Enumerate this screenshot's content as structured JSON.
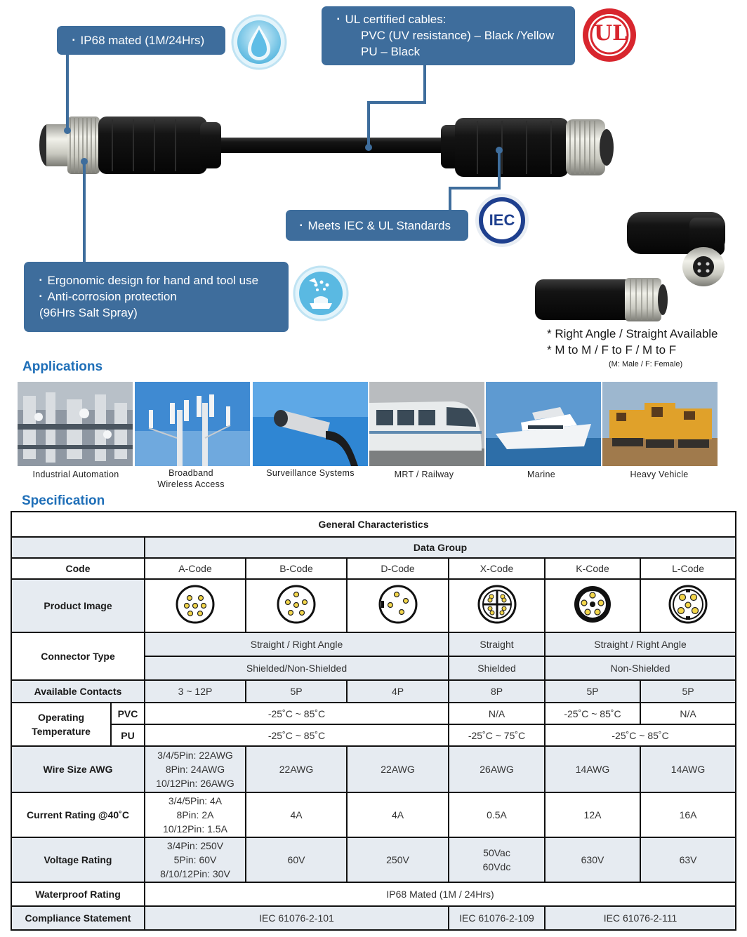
{
  "callouts": {
    "ip68": "IP68 mated (1M/24Hrs)",
    "ul_title": "UL certified cables:",
    "ul_pvc": "PVC (UV resistance) – Black /Yellow",
    "ul_pu": "PU – Black",
    "iec": "Meets IEC & UL Standards",
    "ergo1": "Ergonomic design for hand and tool use",
    "ergo2": "Anti-corrosion protection",
    "ergo3": "(96Hrs Salt Spray)"
  },
  "badges": {
    "ul": "UL",
    "iec": "IEC",
    "water_icon": "water-drop-icon",
    "salt_icon": "salt-spray-icon"
  },
  "variants": {
    "line1": "* Right Angle / Straight  Available",
    "line2": "* M to M / F to F / M to F",
    "note": "(M: Male / F: Female)"
  },
  "applications": {
    "title": "Applications",
    "items": [
      "Industrial Automation",
      "Broadband Wireless Access",
      "Surveillance Systems",
      "MRT / Railway",
      "Marine",
      "Heavy Vehicle"
    ]
  },
  "spec": {
    "title": "Specification",
    "general": "General Characteristics",
    "data_group": "Data Group",
    "code_label": "Code",
    "codes": [
      "A-Code",
      "B-Code",
      "D-Code",
      "X-Code",
      "K-Code",
      "L-Code"
    ],
    "product_image_label": "Product Image",
    "connector_type_label": "Connector Type",
    "ct_abd": "Straight / Right Angle",
    "ct_x": "Straight",
    "ct_kl": "Straight / Right Angle",
    "sh_abd": "Shielded/Non-Shielded",
    "sh_x": "Shielded",
    "sh_kl": "Non-Shielded",
    "contacts_label": "Available Contacts",
    "contacts": [
      "3 ~ 12P",
      "5P",
      "4P",
      "8P",
      "5P",
      "5P"
    ],
    "op_temp_label1": "Operating",
    "op_temp_label2": "Temperature",
    "pvc": "PVC",
    "pu": "PU",
    "pvc_abd": "-25˚C ~ 85˚C",
    "pvc_x": "N/A",
    "pvc_k": "-25˚C ~ 85˚C",
    "pvc_l": "N/A",
    "pu_abd": "-25˚C ~ 85˚C",
    "pu_x": "-25˚C ~ 75˚C",
    "pu_kl": "-25˚C ~ 85˚C",
    "wire_label": "Wire Size AWG",
    "wire_a": [
      "3/4/5Pin: 22AWG",
      "8Pin: 24AWG",
      "10/12Pin: 26AWG"
    ],
    "wire": [
      "22AWG",
      "22AWG",
      "26AWG",
      "14AWG",
      "14AWG"
    ],
    "current_label": "Current Rating @40˚C",
    "current_a": [
      "3/4/5Pin: 4A",
      "8Pin: 2A",
      "10/12Pin: 1.5A"
    ],
    "current": [
      "4A",
      "4A",
      "0.5A",
      "12A",
      "16A"
    ],
    "voltage_label": "Voltage Rating",
    "voltage_a": [
      "3/4Pin: 250V",
      "5Pin: 60V",
      "8/10/12Pin: 30V"
    ],
    "voltage_b": "60V",
    "voltage_d": "250V",
    "voltage_x": [
      "50Vac",
      "60Vdc"
    ],
    "voltage_k": "630V",
    "voltage_l": "63V",
    "waterproof_label": "Waterproof  Rating",
    "waterproof": "IP68 Mated (1M / 24Hrs)",
    "compliance_label": "Compliance Statement",
    "comp_abd": "IEC 61076-2-101",
    "comp_x": "IEC 61076-2-109",
    "comp_kl": "IEC 61076-2-111"
  }
}
